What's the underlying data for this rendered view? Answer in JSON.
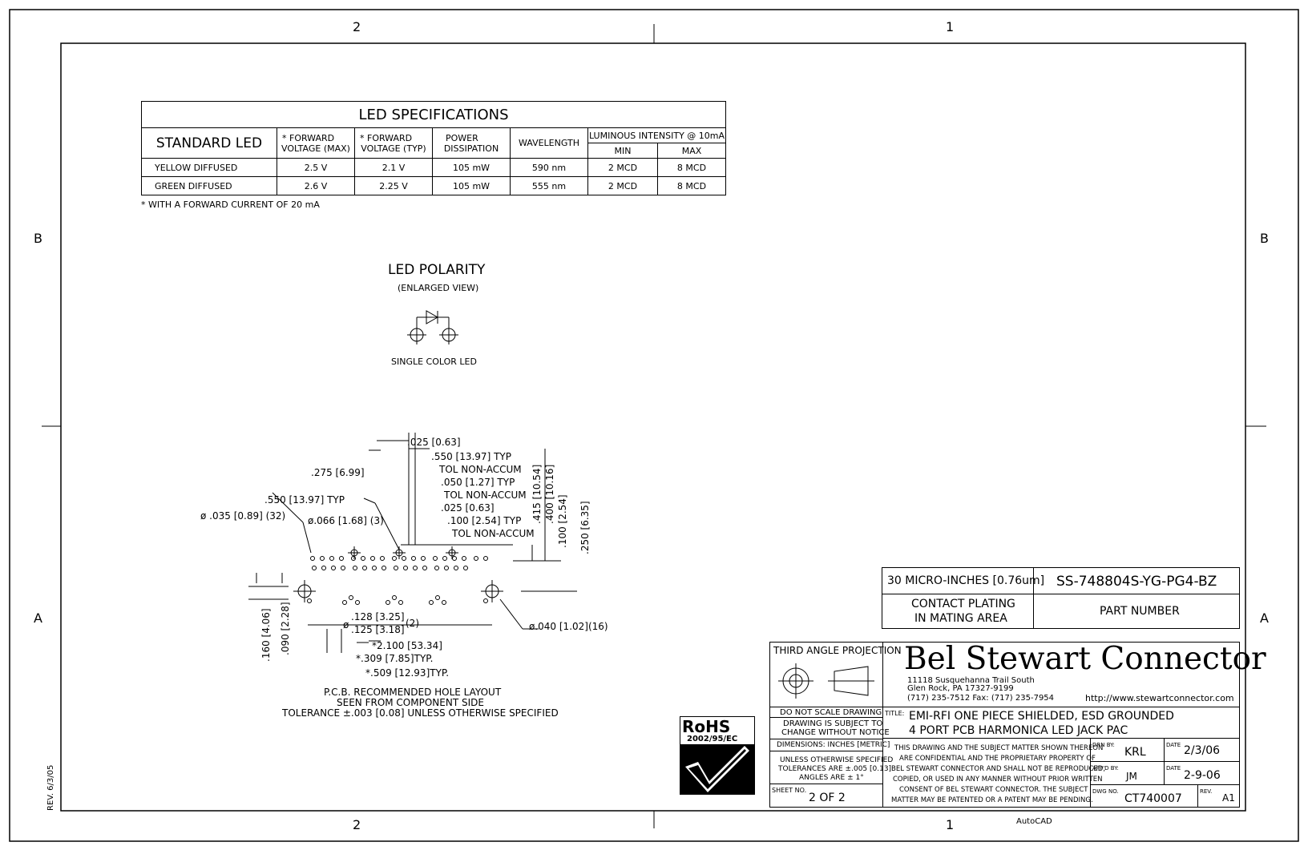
{
  "zones": {
    "top_left": "2",
    "top_right": "1",
    "bottom_left": "2",
    "bottom_right": "1",
    "left_b": "B",
    "left_a": "A",
    "right_b": "B",
    "right_a": "A"
  },
  "led_spec": {
    "title": "LED SPECIFICATIONS",
    "col_standard": "STANDARD LED",
    "col_vf_max_1": "* FORWARD",
    "col_vf_max_2": "VOLTAGE (MAX)",
    "col_vf_typ_1": "* FORWARD",
    "col_vf_typ_2": "VOLTAGE (TYP)",
    "col_power_1": "POWER",
    "col_power_2": "DISSIPATION",
    "col_wave": "WAVELENGTH",
    "col_lum": "LUMINOUS INTENSITY @ 10mA",
    "col_min": "MIN",
    "col_max": "MAX",
    "rows": [
      {
        "name": "YELLOW DIFFUSED",
        "vmax": "2.5 V",
        "vtyp": "2.1 V",
        "power": "105 mW",
        "wave": "590 nm",
        "min": "2 MCD",
        "max": "8 MCD"
      },
      {
        "name": "GREEN DIFFUSED",
        "vmax": "2.6 V",
        "vtyp": "2.25 V",
        "power": "105 mW",
        "wave": "555 nm",
        "min": "2 MCD",
        "max": "8 MCD"
      }
    ],
    "footnote": "* WITH A FORWARD CURRENT OF 20 mA"
  },
  "polarity": {
    "title": "LED POLARITY",
    "subtitle": "(ENLARGED VIEW)",
    "caption": "SINGLE COLOR LED"
  },
  "dims": {
    "d1": ".025 [0.63]",
    "d2": ".550 [13.97] TYP",
    "d3": "TOL NON-ACCUM",
    "d4": ".050 [1.27] TYP",
    "d5": "TOL NON-ACCUM",
    "d6": ".025 [0.63]",
    "d7": ".100 [2.54] TYP",
    "d8": "TOL NON-ACCUM",
    "d9": ".275 [6.99]",
    "d10": ".550 [13.97] TYP",
    "d11": "ø .035 [0.89] (32)",
    "d12": "ø.066 [1.68] (3)",
    "d13": ".415 [10.54]",
    "d14": ".400 [10.16]",
    "d15": ".100 [2.54]",
    "d16": ".250 [6.35]",
    "d17": ".128 [3.25]",
    "d18": ".125 [3.18]",
    "d19": "(2)",
    "d20": "ø",
    "d21": "ø.040 [1.02](16)",
    "d22": "*2.100 [53.34]",
    "d23": "*.309 [7.85]TYP.",
    "d24": "*.509 [12.93]TYP.",
    "d25": ".160 [4.06]",
    "d26": ".090 [2.28]"
  },
  "pcb_notes": {
    "line1": "P.C.B. RECOMMENDED HOLE LAYOUT",
    "line2": "SEEN FROM COMPONENT SIDE",
    "line3": "TOLERANCE ±.003 [0.08] UNLESS OTHERWISE SPECIFIED"
  },
  "part": {
    "plating": "30 MICRO-INCHES [0.76um]",
    "part_no": "SS-748804S-YG-PG4-BZ",
    "plating_label_1": "CONTACT PLATING",
    "plating_label_2": "IN MATING AREA",
    "part_label": "PART NUMBER"
  },
  "rohs": {
    "label": "RoHS",
    "directive": "2002/95/EC"
  },
  "title_block": {
    "projection": "THIRD ANGLE PROJECTION",
    "company": "Bel Stewart Connector",
    "addr1": "11118 Susquehanna Trail South",
    "addr2": "Glen Rock, PA  17327-9199",
    "addr3": "(717) 235-7512  Fax: (717) 235-7954",
    "url": "http://www.stewartconnector.com",
    "no_scale": "DO NOT SCALE DRAWING",
    "subject_1": "DRAWING IS SUBJECT TO",
    "subject_2": "CHANGE WITHOUT NOTICE",
    "dimensions": "DIMENSIONS: INCHES [METRIC]",
    "tol_1": "UNLESS OTHERWISE SPECIFIED",
    "tol_2": "TOLERANCES ARE ±.005 [0.13]",
    "tol_3": "ANGLES ARE ± 1°",
    "sheet_label": "SHEET NO.",
    "sheet": "2 OF 2",
    "title_label": "TITLE:",
    "title_1": "EMI-RFI ONE PIECE SHIELDED, ESD GROUNDED",
    "title_2": "4 PORT PCB HARMONICA LED JACK PAC",
    "prop_1": "THIS DRAWING AND THE SUBJECT MATTER SHOWN THEREON",
    "prop_2": "ARE CONFIDENTIAL AND THE PROPRIETARY PROPERTY OF",
    "prop_3": "BEL STEWART CONNECTOR AND SHALL NOT BE REPRODUCED,",
    "prop_4": "COPIED, OR USED IN ANY MANNER WITHOUT PRIOR WRITTEN",
    "prop_5": "CONSENT OF BEL STEWART CONNECTOR.  THE SUBJECT",
    "prop_6": "MATTER MAY BE PATENTED OR A PATENT MAY BE PENDING.",
    "drn_label": "DRN BY:",
    "drn": "KRL",
    "date_label": "DATE",
    "date1": "2/3/06",
    "appd_label": "APP'D BY:",
    "appd": "JM",
    "date2": "2-9-06",
    "dwg_label": "DWG NO.",
    "dwg": "CT740007",
    "rev_label": "REV.",
    "rev": "A1"
  },
  "rev_side": "REV. 6/3/05",
  "autocad": "AutoCAD"
}
